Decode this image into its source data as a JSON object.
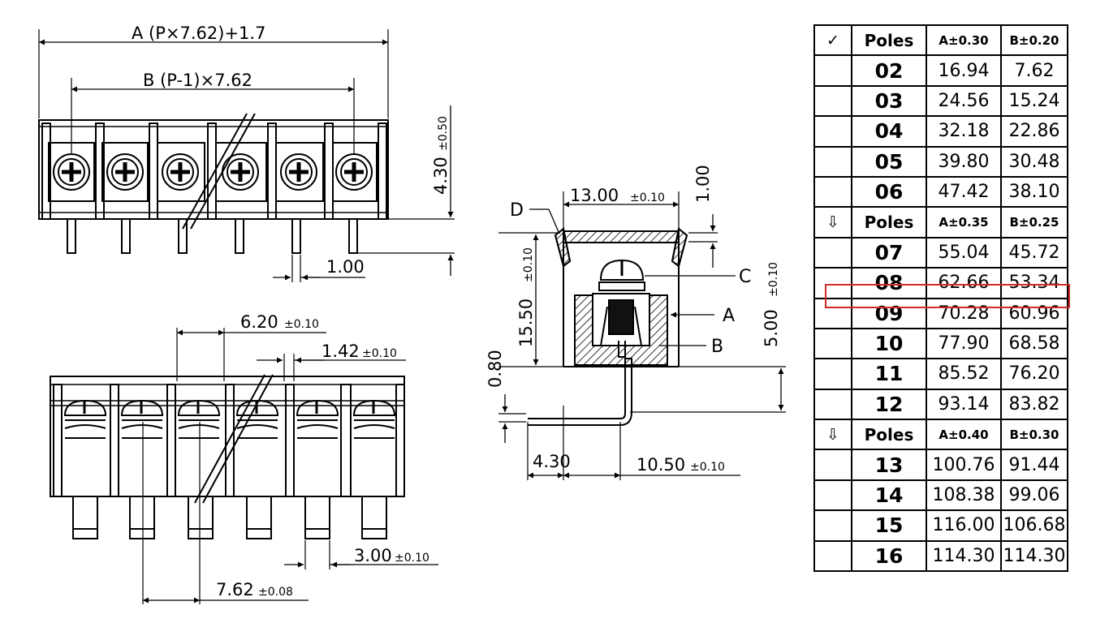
{
  "drawing": {
    "top_view": {
      "dim_a": "A (P×7.62)+1.7",
      "dim_b": "B (P-1)×7.62",
      "height_value": "4.30",
      "height_tol": "±0.50",
      "pin_width": "1.00"
    },
    "front_view": {
      "dim_620": "6.20",
      "dim_620_tol": "±0.10",
      "dim_142": "1.42",
      "dim_142_tol": "±0.10",
      "dim_300": "3.00",
      "dim_300_tol": "±0.10",
      "dim_762": "7.62",
      "dim_762_tol": "±0.08"
    },
    "side_view": {
      "dim_1300": "13.00",
      "dim_1300_tol": "±0.10",
      "dim_100": "1.00",
      "dim_1550": "15.50",
      "dim_1550_tol": "±0.10",
      "dim_500": "5.00",
      "dim_500_tol": "±0.10",
      "dim_080": "0.80",
      "dim_430": "4.30",
      "dim_1050": "10.50",
      "dim_1050_tol": "±0.10",
      "label_a": "A",
      "label_b": "B",
      "label_c": "C",
      "label_d": "D"
    }
  },
  "table": {
    "highlight_color": "#d12a2a",
    "rows": [
      {
        "kind": "header",
        "mark": "✓",
        "poles": "Poles",
        "a": "A±0.30",
        "b": "B±0.20"
      },
      {
        "kind": "row",
        "mark": "",
        "poles": "02",
        "a": "16.94",
        "b": "7.62"
      },
      {
        "kind": "row",
        "mark": "",
        "poles": "03",
        "a": "24.56",
        "b": "15.24"
      },
      {
        "kind": "row",
        "mark": "",
        "poles": "04",
        "a": "32.18",
        "b": "22.86"
      },
      {
        "kind": "row",
        "mark": "",
        "poles": "05",
        "a": "39.80",
        "b": "30.48"
      },
      {
        "kind": "row",
        "mark": "",
        "poles": "06",
        "a": "47.42",
        "b": "38.10"
      },
      {
        "kind": "header",
        "mark": "⇩",
        "poles": "Poles",
        "a": "A±0.35",
        "b": "B±0.25"
      },
      {
        "kind": "row",
        "mark": "",
        "poles": "07",
        "a": "55.04",
        "b": "45.72"
      },
      {
        "kind": "row",
        "mark": "",
        "poles": "08",
        "a": "62.66",
        "b": "53.34",
        "highlighted": true
      },
      {
        "kind": "row",
        "mark": "",
        "poles": "09",
        "a": "70.28",
        "b": "60.96"
      },
      {
        "kind": "row",
        "mark": "",
        "poles": "10",
        "a": "77.90",
        "b": "68.58"
      },
      {
        "kind": "row",
        "mark": "",
        "poles": "11",
        "a": "85.52",
        "b": "76.20"
      },
      {
        "kind": "row",
        "mark": "",
        "poles": "12",
        "a": "93.14",
        "b": "83.82"
      },
      {
        "kind": "header",
        "mark": "⇩",
        "poles": "Poles",
        "a": "A±0.40",
        "b": "B±0.30"
      },
      {
        "kind": "row",
        "mark": "",
        "poles": "13",
        "a": "100.76",
        "b": "91.44"
      },
      {
        "kind": "row",
        "mark": "",
        "poles": "14",
        "a": "108.38",
        "b": "99.06"
      },
      {
        "kind": "row",
        "mark": "",
        "poles": "15",
        "a": "116.00",
        "b": "106.68"
      },
      {
        "kind": "row",
        "mark": "",
        "poles": "16",
        "a": "114.30",
        "b": "114.30"
      }
    ]
  }
}
